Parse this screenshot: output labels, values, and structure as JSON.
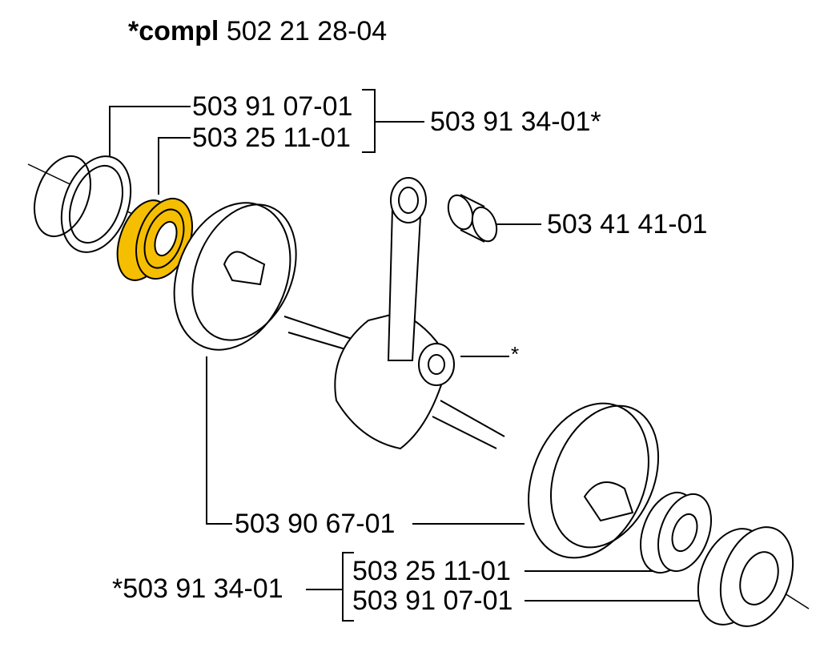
{
  "title": {
    "prefix": "*compl",
    "number": "502 21 28-04"
  },
  "parts": {
    "ring_left": "503 91 07-01",
    "bearing_left": "503 25 11-01",
    "kit_top": "503 91 34-01*",
    "needle_bearing": "503 41 41-01",
    "crankshaft": "*",
    "crank_halves": "503 90 67-01",
    "kit_bottom": "*503 91 34-01",
    "bearing_right": "503 25 11-01",
    "ring_right": "503 91 07-01"
  },
  "colors": {
    "highlight": "#F5BE00",
    "line": "#000000"
  }
}
